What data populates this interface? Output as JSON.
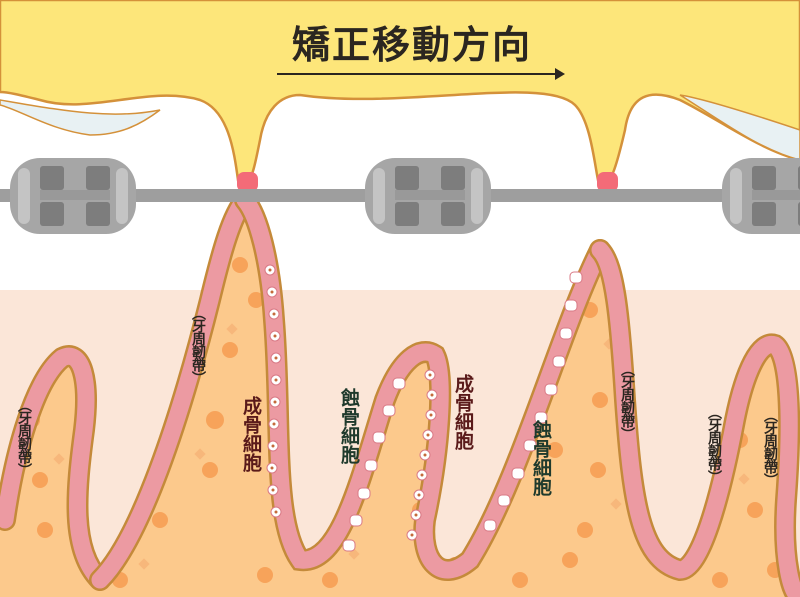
{
  "header": {
    "title": "矯正移動方向",
    "arrow_direction": "right"
  },
  "labels": {
    "pdl": "（牙周韌帶）",
    "osteoblast": "成骨細胞",
    "osteoclast": "蝕骨細胞"
  },
  "diagram": {
    "components": [
      "gingiva",
      "tooth-crown",
      "bracket",
      "archwire",
      "periodontal-ligament",
      "alveolar-bone",
      "osteoblast-cells",
      "osteoclast-cells"
    ],
    "brackets_count": 3
  },
  "colors": {
    "gum": "#fde67a",
    "gum_outline": "#d4913a",
    "tooth": "#ffffff",
    "bone": "#fcc98c",
    "bone_bg": "#fbe6d8",
    "pdl": "#ec9aa2",
    "pdl_dark": "#d97985",
    "bracket": "#a6a6a6",
    "bracket_dark": "#7d7d7d",
    "wire": "#9e9e9e",
    "crest": "#f36b78",
    "bone_dots": "#f7a35a"
  }
}
